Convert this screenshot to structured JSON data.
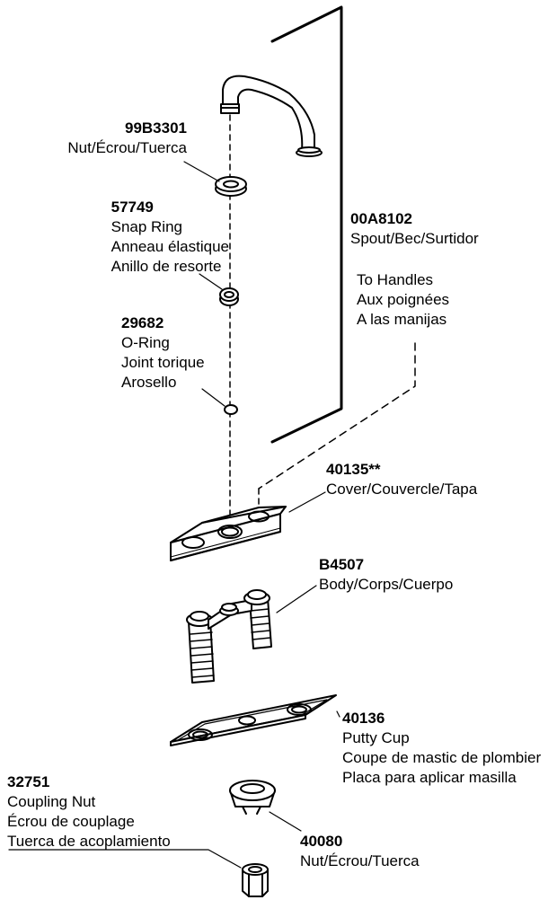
{
  "parts": {
    "spout_nut": {
      "number": "99B3301",
      "lines": [
        "Nut/Écrou/Tuerca"
      ]
    },
    "snap_ring": {
      "number": "57749",
      "lines": [
        "Snap Ring",
        "Anneau élastique",
        "Anillo de resorte"
      ]
    },
    "o_ring": {
      "number": "29682",
      "lines": [
        "O-Ring",
        "Joint torique",
        "Arosello"
      ]
    },
    "spout": {
      "number": "00A8102",
      "lines": [
        "Spout/Bec/Surtidor"
      ]
    },
    "handles_note": {
      "lines": [
        "To Handles",
        "Aux poignées",
        "A las manijas"
      ]
    },
    "cover": {
      "number": "40135**",
      "lines": [
        "Cover/Couvercle/Tapa"
      ]
    },
    "body": {
      "number": "B4507",
      "lines": [
        "Body/Corps/Cuerpo"
      ]
    },
    "putty_cup": {
      "number": "40136",
      "lines": [
        "Putty Cup",
        "Coupe de mastic de plombier",
        "Placa para aplicar masilla"
      ]
    },
    "coupling_nut": {
      "number": "32751",
      "lines": [
        "Coupling Nut",
        "Écrou de couplage",
        "Tuerca de acoplamiento"
      ]
    },
    "bottom_nut": {
      "number": "40080",
      "lines": [
        "Nut/Écrou/Tuerca"
      ]
    }
  }
}
